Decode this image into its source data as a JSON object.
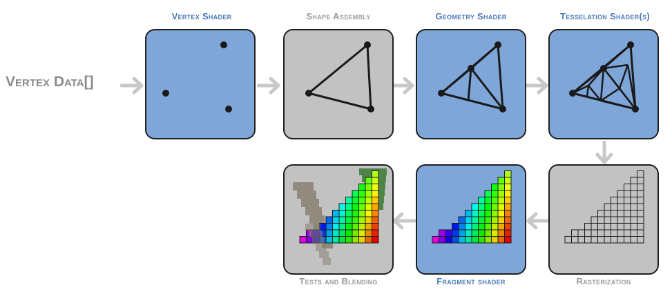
{
  "input": {
    "label": "Vertex Data[]"
  },
  "stages": {
    "vertex_shader": {
      "label": "Vertex Shader"
    },
    "shape_assembly": {
      "label": "Shape Assembly"
    },
    "geometry_shader": {
      "label": "Geometry Shader"
    },
    "tessellation_shader": {
      "label": "Tesselation Shader(s)"
    },
    "rasterization": {
      "label": "Rasterization"
    },
    "fragment_shader": {
      "label": "Fragment shader"
    },
    "tests_blending": {
      "label": "Tests and Blending"
    }
  },
  "colors": {
    "programmable_stage": "#7ea6d9",
    "fixed_stage": "#c2c2c2",
    "label_programmable": "#4a7ab8",
    "label_fixed": "#9a9a9a",
    "arrow": "#c8c8c8"
  }
}
